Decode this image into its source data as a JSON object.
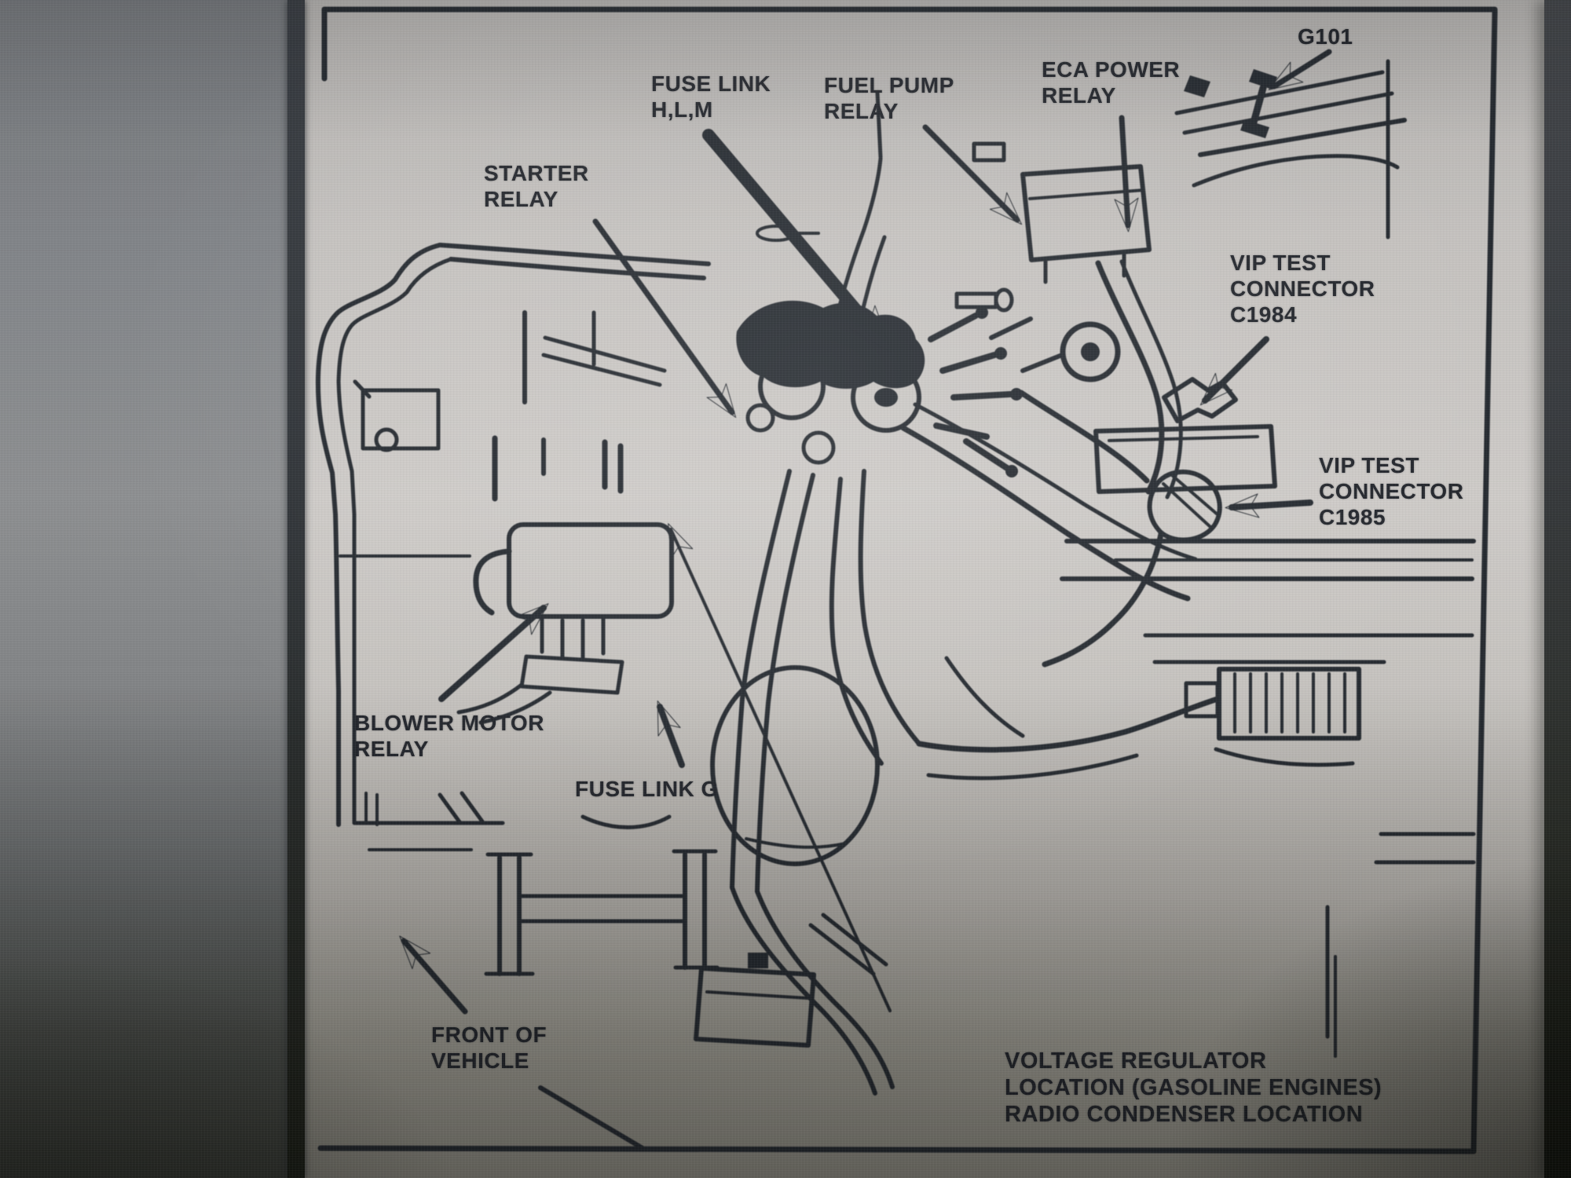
{
  "diagram": {
    "ink_color": "#262b31",
    "paper_color": "#cfccc9",
    "labels": {
      "fuse_link_hlm": {
        "line1": "FUSE LINK",
        "line2": "H,L,M"
      },
      "fuel_pump_relay": {
        "line1": "FUEL PUMP",
        "line2": "RELAY"
      },
      "eca_power_relay": {
        "line1": "ECA POWER",
        "line2": "RELAY"
      },
      "g101": {
        "line1": "G101"
      },
      "starter_relay": {
        "line1": "STARTER",
        "line2": "RELAY"
      },
      "vip_test_connector_c1984": {
        "line1": "VIP TEST",
        "line2": "CONNECTOR",
        "line3": "C1984"
      },
      "vip_test_connector_c1985": {
        "line1": "VIP TEST",
        "line2": "CONNECTOR",
        "line3": "C1985"
      },
      "blower_motor_relay": {
        "line1": "BLOWER MOTOR",
        "line2": "RELAY"
      },
      "fuse_link_g": {
        "line1": "FUSE LINK G"
      },
      "front_of_vehicle": {
        "line1": "FRONT OF",
        "line2": "VEHICLE"
      },
      "voltage_regulator": {
        "line1": "VOLTAGE REGULATOR",
        "line2": "LOCATION (GASOLINE ENGINES)",
        "line3": "RADIO CONDENSER LOCATION"
      }
    }
  }
}
